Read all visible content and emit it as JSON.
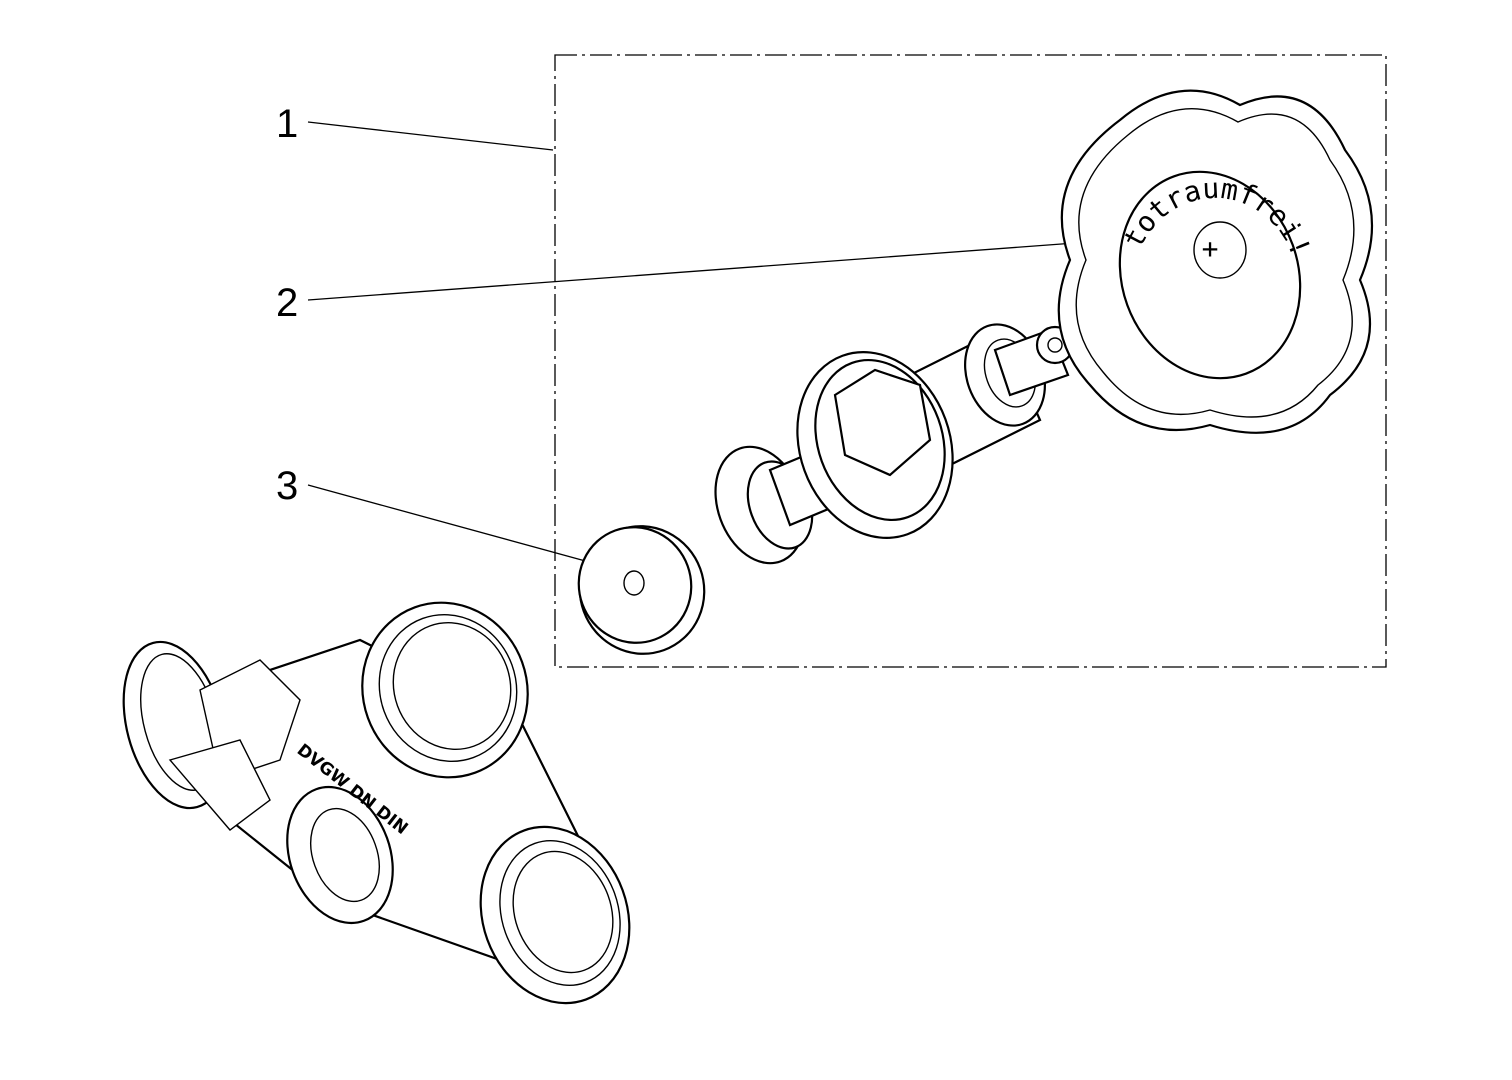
{
  "callouts": [
    {
      "number": "1",
      "target": "assembly-group"
    },
    {
      "number": "2",
      "target": "handwheel-top-part"
    },
    {
      "number": "3",
      "target": "seal-disc"
    }
  ],
  "drawing_lettering": {
    "handwheel": "totraumfrei!",
    "valve_body": "DVGW DN DIN"
  },
  "colors": {
    "line": "#000000",
    "background": "#ffffff"
  }
}
